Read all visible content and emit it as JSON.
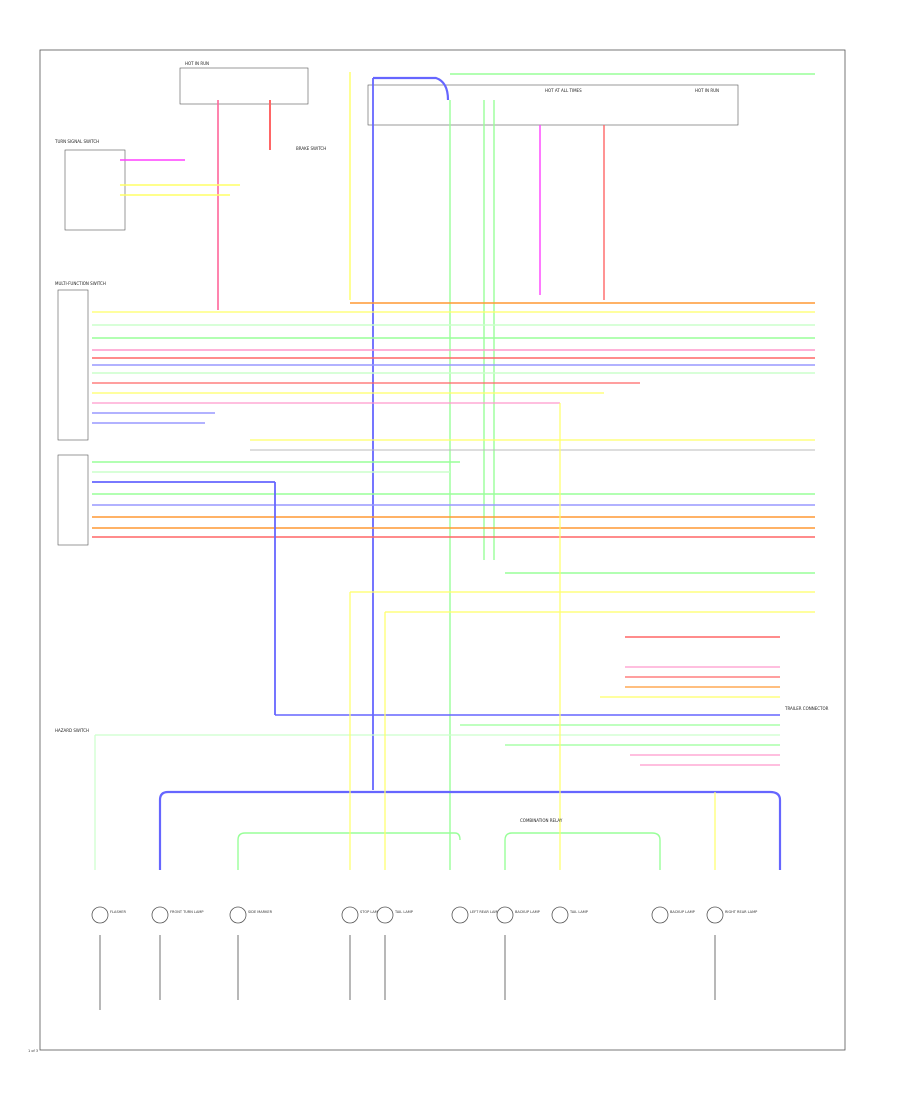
{
  "colors": {
    "pink": "#ff40ff",
    "yellow": "#ffff66",
    "green": "#99ff99",
    "blue": "#6666ff",
    "orange": "#ff9933",
    "red": "#ff6666",
    "lightgreen": "#ccffcc",
    "gray": "#999999",
    "frame": "#555555"
  },
  "labels": {
    "top_left_fuse": "HOT IN RUN",
    "top_center_fuse": "HOT AT ALL TIMES",
    "top_right_fuse": "HOT IN RUN",
    "turn_switch": "TURN SIGNAL SWITCH",
    "multi_switch": "MULTI-FUNCTION SWITCH",
    "hazard_switch": "HAZARD SWITCH",
    "brake_switch": "BRAKE SWITCH",
    "combination_relay": "COMBINATION RELAY",
    "trailer_connector": "TRAILER CONNECTOR",
    "footer_note": "1 of 3"
  },
  "bottom_components": [
    "FLASHER",
    "FRONT TURN LAMP",
    "SIDE MARKER",
    "STOP LAMP",
    "TAIL LAMP",
    "LEFT REAR LAMP",
    "BACKUP LAMP",
    "TAIL LAMP",
    "BACKUP LAMP",
    "RIGHT REAR LAMP"
  ]
}
